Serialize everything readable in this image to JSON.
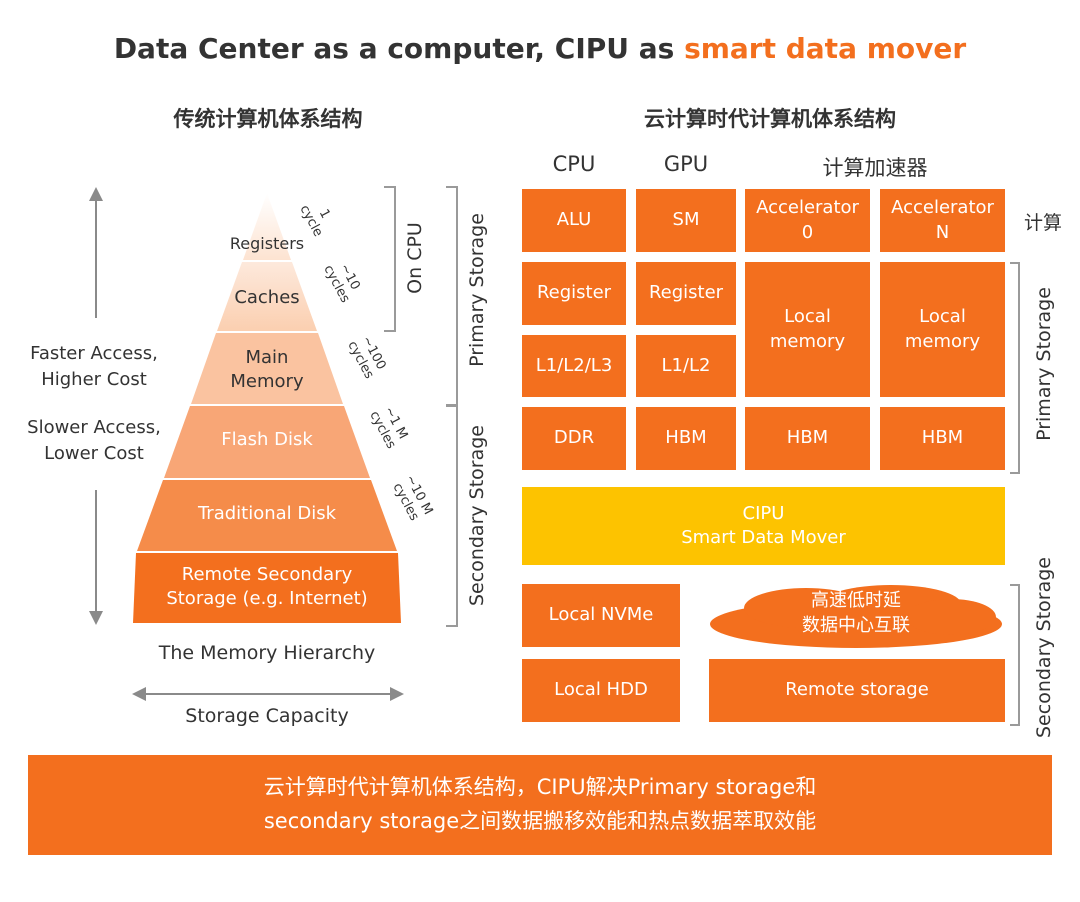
{
  "title": {
    "prefix": "Data Center as a computer, CIPU as ",
    "highlight": "smart data mover"
  },
  "left": {
    "subtitle": "传统计算机体系结构",
    "faster": [
      "Faster Access,",
      "Higher Cost"
    ],
    "slower": [
      "Slower Access,",
      "Lower Cost"
    ],
    "tiers": {
      "registers": "Registers",
      "caches": "Caches",
      "main1": "Main",
      "main2": "Memory",
      "flash": "Flash Disk",
      "traditional": "Traditional Disk",
      "remote1": "Remote Secondary",
      "remote2": "Storage (e.g. Internet)"
    },
    "cycles": {
      "c1a": "1",
      "c1b": "cycle",
      "c2a": "~10",
      "c2b": "cycles",
      "c3a": "~100",
      "c3b": "cycles",
      "c4a": "~1 M",
      "c4b": "cycles",
      "c5a": "~10 M",
      "c5b": "cycles"
    },
    "on_cpu": "On CPU",
    "primary": "Primary Storage",
    "secondary": "Secondary Storage",
    "hierarchy": "The Memory Hierarchy",
    "capacity": "Storage Capacity"
  },
  "right": {
    "subtitle": "云计算时代计算机体系结构",
    "cpu": "CPU",
    "gpu": "GPU",
    "accel_h": "计算加速器",
    "alu": "ALU",
    "sm": "SM",
    "acc0a": "Accelerator",
    "acc0b": "0",
    "accNa": "Accelerator",
    "accNb": "N",
    "compute": "计算",
    "register": "Register",
    "l123": "L1/L2/L3",
    "l12": "L1/L2",
    "local1": "Local",
    "local2": "memory",
    "ddr": "DDR",
    "hbm": "HBM",
    "cipu1": "CIPU",
    "cipu2": "Smart Data Mover",
    "nvme": "Local NVMe",
    "hdd": "Local HDD",
    "cloud1": "高速低时延",
    "cloud2": "数据中心互联",
    "remote": "Remote storage",
    "primary": "Primary Storage",
    "secondary": "Secondary Storage"
  },
  "banner": {
    "line1": "云计算时代计算机体系结构，CIPU解决Primary storage和",
    "line2": "secondary storage之间数据搬移效能和热点数据萃取效能"
  },
  "colors": {
    "accent": "#f36f1e",
    "cipu": "#fdc300"
  }
}
